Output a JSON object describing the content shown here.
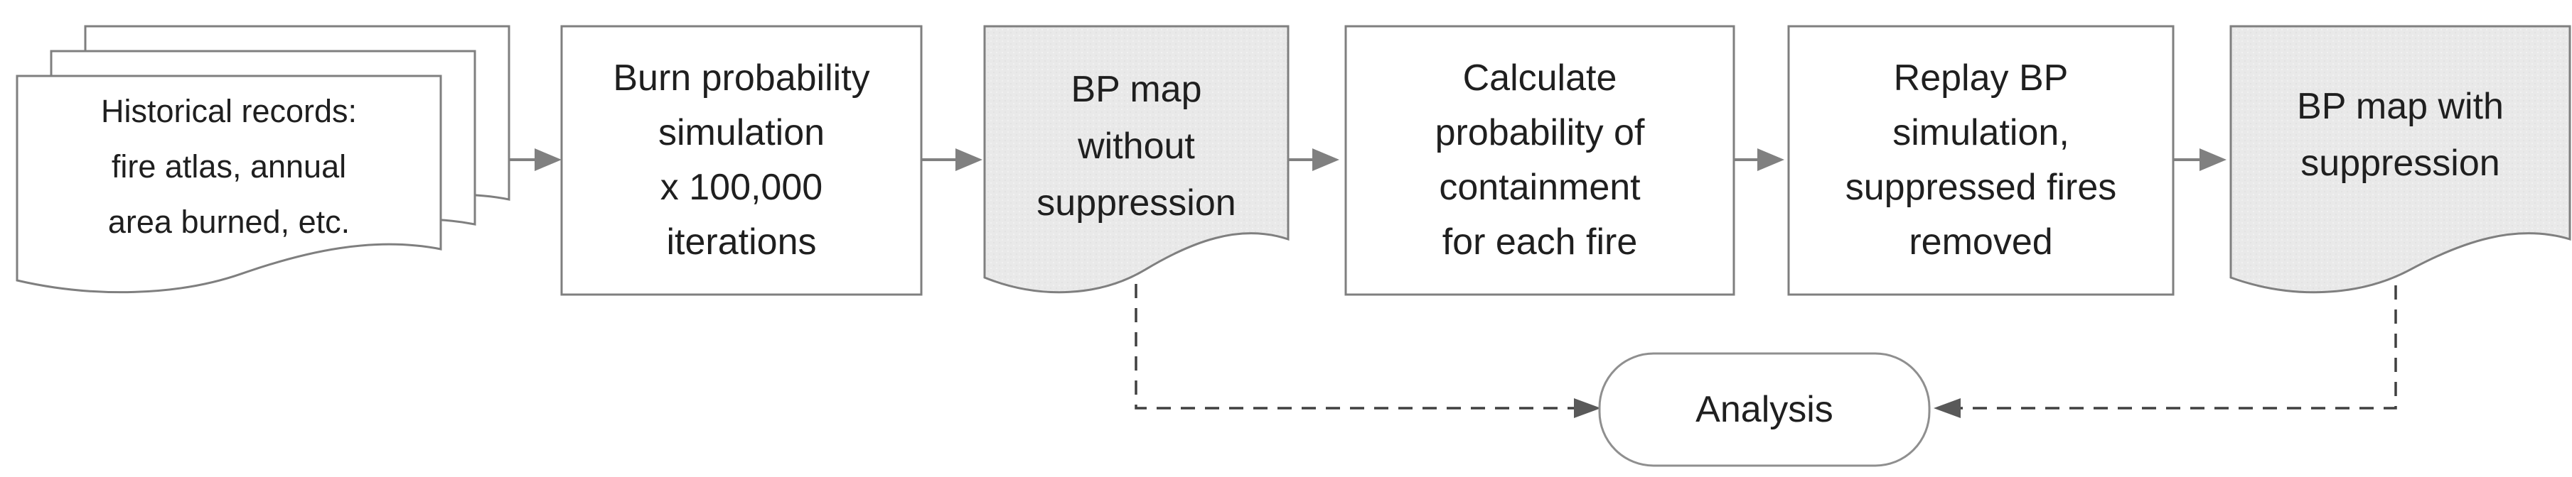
{
  "figure": {
    "kind": "flowchart",
    "background": "#ffffff"
  },
  "colors": {
    "process_fill": "#ffffff",
    "document_fill": "#e9e9e9",
    "shape_border": "#7f7f7f",
    "terminator_border": "#8f8f8f",
    "solid_arrow": "#808080",
    "dashed_line": "#404040",
    "dashed_arrowhead": "#595959",
    "text": "#1f1f1f"
  },
  "nodes": {
    "historical": {
      "shape": "multi-document",
      "lines": [
        "Historical records:",
        "fire atlas, annual",
        "area burned, etc."
      ]
    },
    "burn_simulation": {
      "shape": "process",
      "lines": [
        "Burn probability",
        "simulation",
        "x 100,000",
        "iterations"
      ]
    },
    "bp_map_without": {
      "shape": "document",
      "lines": [
        "BP map",
        "without",
        "suppression"
      ]
    },
    "calculate_containment": {
      "shape": "process",
      "lines": [
        "Calculate",
        "probability of",
        "containment",
        "for each fire"
      ]
    },
    "replay_simulation": {
      "shape": "process",
      "lines": [
        "Replay BP",
        "simulation,",
        "suppressed fires",
        "removed"
      ]
    },
    "bp_map_with": {
      "shape": "document",
      "lines": [
        "BP map with",
        "suppression"
      ]
    },
    "analysis": {
      "shape": "terminator",
      "label": "Analysis"
    }
  },
  "edges": [
    {
      "from": "historical",
      "to": "burn_simulation",
      "style": "solid"
    },
    {
      "from": "burn_simulation",
      "to": "bp_map_without",
      "style": "solid"
    },
    {
      "from": "bp_map_without",
      "to": "calculate_containment",
      "style": "solid"
    },
    {
      "from": "calculate_containment",
      "to": "replay_simulation",
      "style": "solid"
    },
    {
      "from": "replay_simulation",
      "to": "bp_map_with",
      "style": "solid"
    },
    {
      "from": "bp_map_without",
      "to": "analysis",
      "style": "dashed"
    },
    {
      "from": "bp_map_with",
      "to": "analysis",
      "style": "dashed"
    }
  ]
}
